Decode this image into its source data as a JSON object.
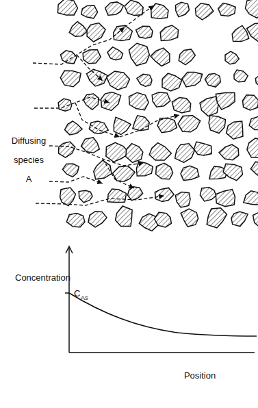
{
  "diagram": {
    "labels": [
      "Diffusing species A",
      "Concentration",
      "C",
      "As",
      "Position"
    ]
  }
}
